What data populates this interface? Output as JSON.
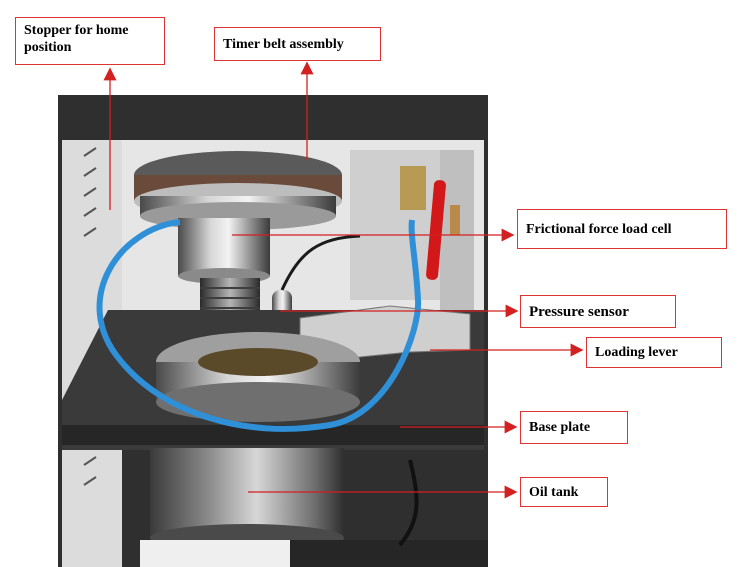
{
  "labels": {
    "stopper": "Stopper for home position",
    "timer_belt": "Timer belt assembly",
    "frictional_force": "Frictional force load cell",
    "pressure_sensor": "Pressure sensor",
    "loading_lever": "Loading lever",
    "base_plate": "Base plate",
    "oil_tank": "Oil tank"
  },
  "colors": {
    "callout": "#d32020",
    "frame": "#2f2f2f",
    "panel": "#d9d9d9",
    "hose": "#2f90d8"
  }
}
